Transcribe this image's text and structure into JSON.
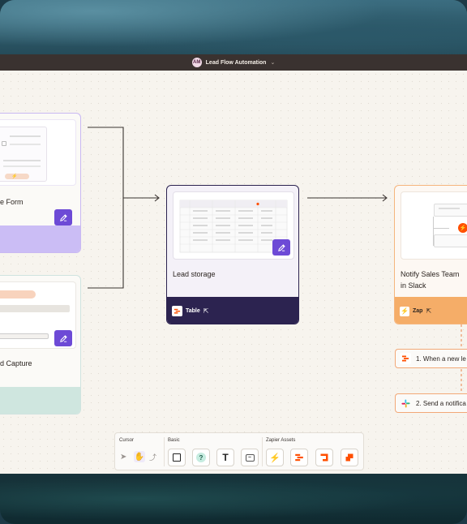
{
  "window": {
    "avatar_initials": "AM",
    "title": "Lead Flow Automation"
  },
  "nodes": {
    "left_top": {
      "label": "e Form"
    },
    "left_bottom": {
      "label": "d Capture"
    },
    "lead_storage": {
      "label": "Lead storage",
      "footer": "Table"
    },
    "notify": {
      "label_line1": "Notify Sales Team",
      "label_line2": "in Slack",
      "footer": "Zap"
    }
  },
  "steps": [
    {
      "text": "1. When a new le"
    },
    {
      "text": "2. Send a notifica"
    }
  ],
  "toolbar": {
    "groups": [
      {
        "label": "Cursor"
      },
      {
        "label": "Basic"
      },
      {
        "label": "Zapier Assets"
      }
    ]
  },
  "colors": {
    "accent_purple": "#6d4ad6",
    "zap_orange": "#f2a45e",
    "table_dark": "#2c2350",
    "zapier_orange": "#ff4f00"
  }
}
